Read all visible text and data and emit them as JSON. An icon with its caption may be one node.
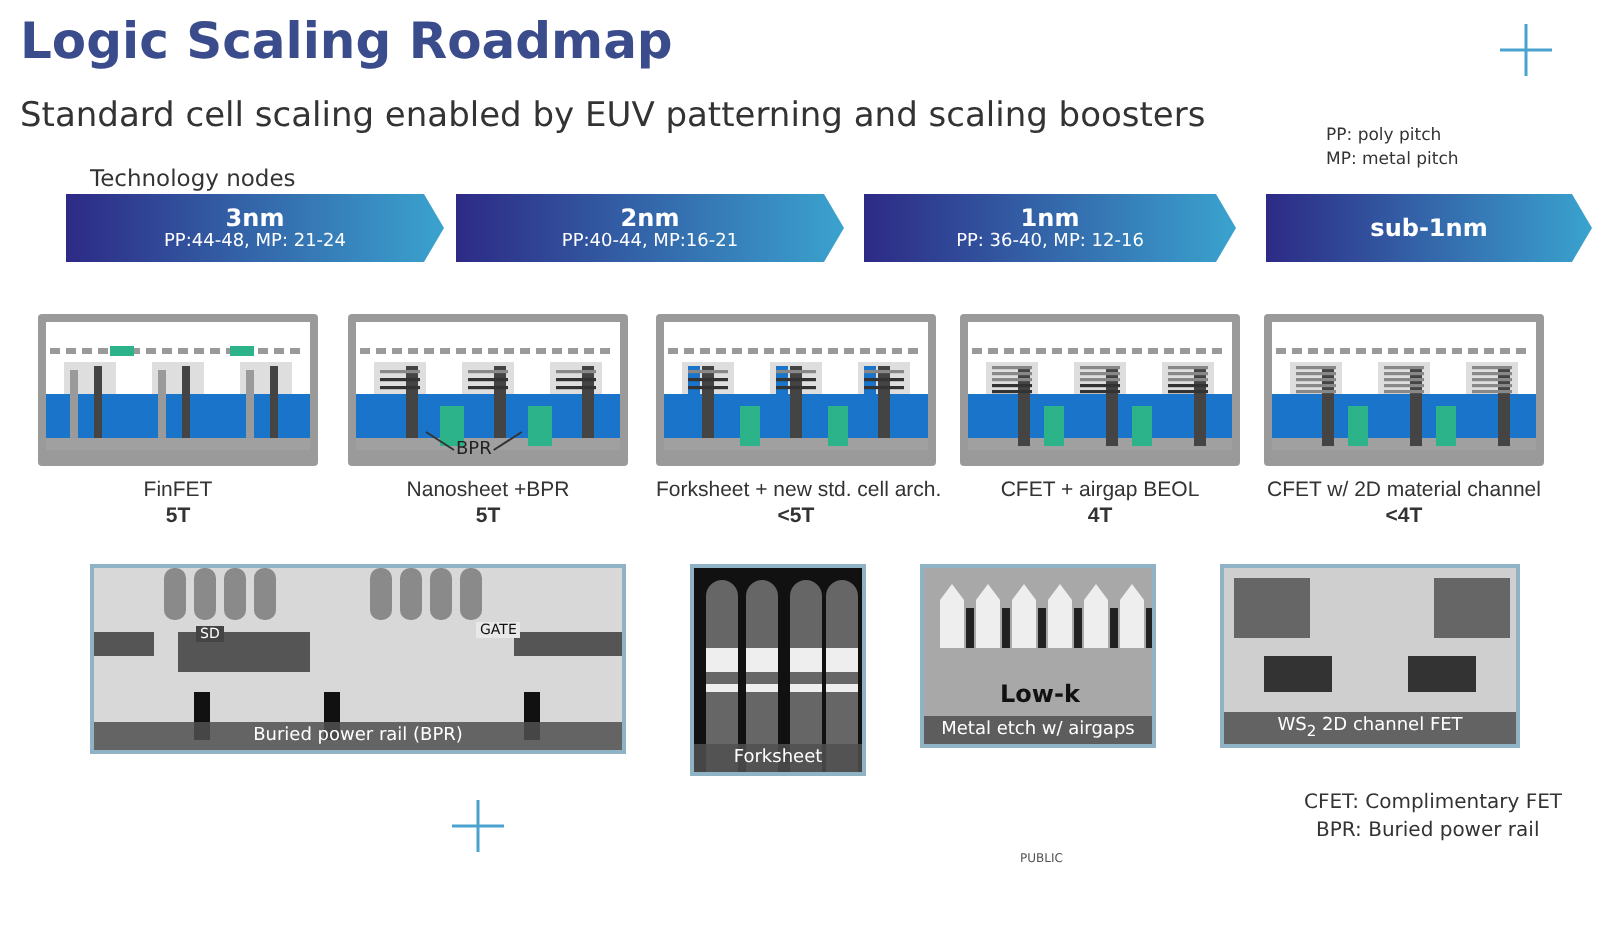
{
  "diagram": {
    "title": "Logic Scaling Roadmap",
    "nodes": [
      {
        "text": [
          "3nm",
          "PP:44-48, MP: 21-24"
        ]
      },
      {
        "text": [
          "2nm",
          "PP:40-44, MP:16-21"
        ]
      },
      {
        "text": [
          "1nm",
          "PP: 36-40, MP: 12-16"
        ]
      },
      {
        "text": [
          "sub-1nm"
        ]
      },
      {
        "text": [
          "FinFET",
          "5T"
        ]
      },
      {
        "text": [
          "Nanosheet +BPR",
          "5T"
        ]
      },
      {
        "text": [
          "BPR"
        ],
        "in": 5
      },
      {
        "text": [
          "Forksheet + new std. cell arch.",
          "<5T"
        ]
      },
      {
        "text": [
          "CFET + airgap BEOL",
          "4T"
        ]
      },
      {
        "text": [
          "CFET w/ 2D material channel",
          "<4T"
        ]
      },
      {
        "text": [
          "Buried power rail (BPR)"
        ]
      },
      {
        "text": [
          "Forksheet"
        ]
      },
      {
        "text": [
          "Metal etch w/ airgaps"
        ]
      },
      {
        "text": [
          "WS$_{2}$ 2D channel FET"
        ]
      }
    ],
    "edges": [
      {
        "from": 6,
        "to": null,
        "arrow": "none"
      },
      {
        "from": 6,
        "to": null,
        "arrow": "none"
      }
    ],
    "labels": [
      "Standard cell scaling enabled by EUV patterning and scaling boosters",
      "PP: poly pitch",
      "MP: metal pitch",
      "Technology nodes",
      "SD",
      "GATE",
      "Low-k",
      "CFET: Complimentary FET",
      "BPR: Buried power rail",
      "PUBLIC"
    ]
  }
}
